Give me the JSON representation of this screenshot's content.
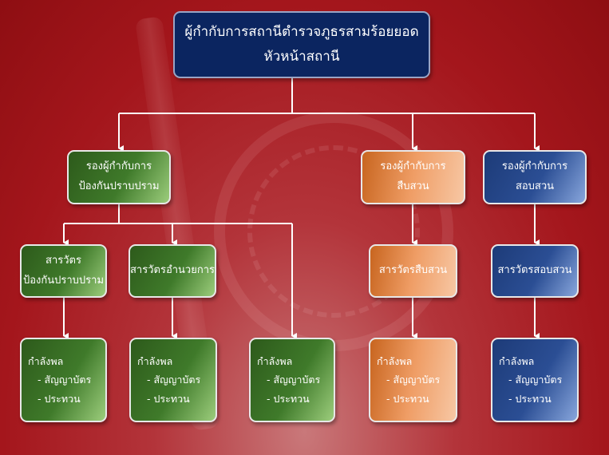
{
  "top": {
    "line1": "ผู้กำกับการสถานีตำรวจภูธรสามร้อยยอด",
    "line2": "หัวหน้าสถานี"
  },
  "deputies": [
    {
      "line1": "รองผู้กำกับการ",
      "line2": "ป้องกันปราบปราม"
    },
    {
      "line1": "รองผู้กำกับการ",
      "line2": "สืบสวน"
    },
    {
      "line1": "รองผู้กำกับการ",
      "line2": "สอบสวน"
    }
  ],
  "inspectors": [
    {
      "line1": "สารวัตร",
      "line2": "ป้องกันปราบปราม"
    },
    {
      "line1": "สารวัตรอำนวยการ"
    },
    {
      "line1": "สารวัตรสืบสวน"
    },
    {
      "line1": "สารวัตรสอบสวน"
    }
  ],
  "personnel": {
    "title": "กำลังพล",
    "item1": "- สัญญาบัตร",
    "item2": "- ประทวน"
  },
  "colors": {
    "navy": "#0b2560",
    "green": "#3f7a2a",
    "orange": "#ef9d65",
    "blue": "#2b4e94",
    "background": "#a4161c"
  }
}
